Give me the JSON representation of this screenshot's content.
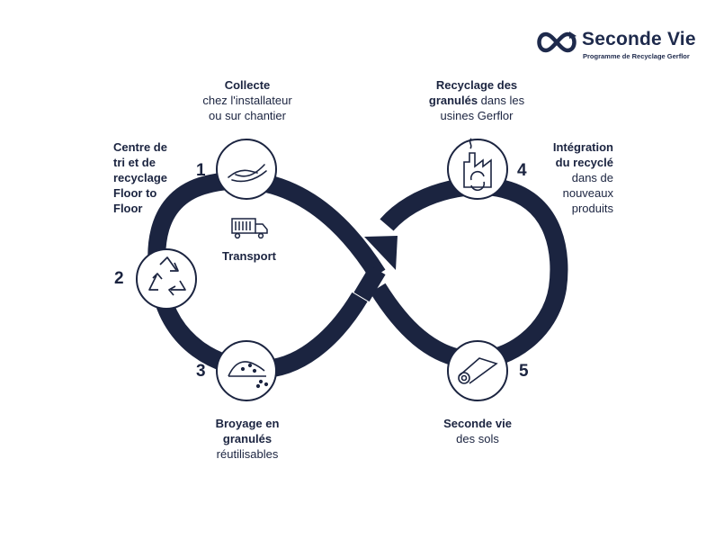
{
  "logo": {
    "name": "Seconde Vie",
    "subtitle": "Programme de Recyclage Gerflor"
  },
  "steps": [
    {
      "number": "1",
      "bold": "Collecte",
      "text1": "chez l'installateur",
      "text2": "ou sur chantier",
      "icon": "hand-icon"
    },
    {
      "number": "2",
      "bold1": "Centre de",
      "bold2": "tri et de",
      "bold3": "recyclage",
      "bold4": "Floor to",
      "bold5": "Floor",
      "icon": "recycle-icon"
    },
    {
      "number": "3",
      "bold1": "Broyage en",
      "bold2": "granulés",
      "text": "réutilisables",
      "icon": "granules-pile-icon"
    },
    {
      "number": "4",
      "bold1": "Recyclage des",
      "bold2": "granulés",
      "text_after": " dans les",
      "text2": "usines Gerflor",
      "icon": "factory-recycle-icon"
    },
    {
      "number": "5",
      "bold": "Seconde vie",
      "text": "des sols",
      "icon": "floor-roll-icon"
    },
    {
      "bold1": "Intégration",
      "bold2": "du recyclé",
      "text1": "dans de",
      "text2": "nouveaux",
      "text3": "produits"
    }
  ],
  "transport": {
    "label": "Transport",
    "icon": "truck-icon"
  },
  "colors": {
    "navy": "#1b2440",
    "circle_border": "#1b2440",
    "background": "#ffffff"
  }
}
